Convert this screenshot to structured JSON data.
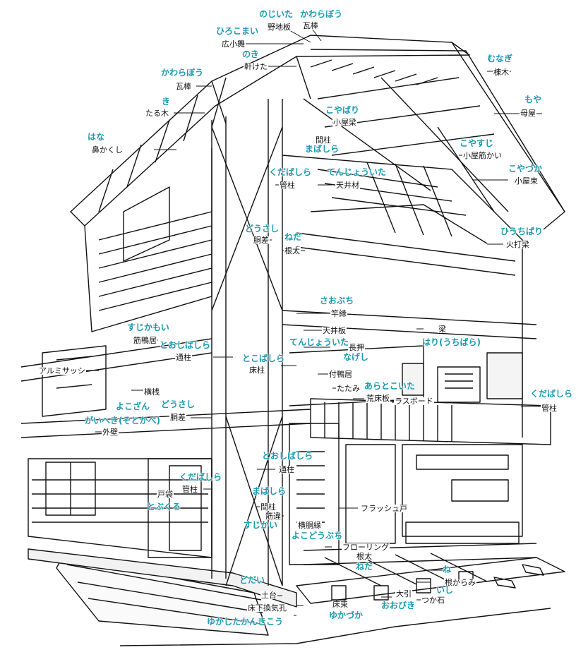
{
  "colors": {
    "line": "#111111",
    "reading": "#1a9ab0",
    "background": "#ffffff"
  },
  "labels": [
    {
      "id": "nojiita",
      "kanji": "野地板",
      "reading": "のじいた"
    },
    {
      "id": "kawarabou-top",
      "kanji": "瓦棒",
      "reading": "かわらぼう"
    },
    {
      "id": "hirokomai",
      "kanji": "広小舞",
      "reading": "ひろこまい"
    },
    {
      "id": "noki",
      "kanji": "軒けた",
      "reading": "のき"
    },
    {
      "id": "kawarabou-left",
      "kanji": "瓦棒",
      "reading": "かわらぼう"
    },
    {
      "id": "taruki",
      "kanji": "たる木",
      "reading": "き"
    },
    {
      "id": "hanakakushi",
      "kanji": "鼻かくし",
      "reading": "はな"
    },
    {
      "id": "munagi",
      "kanji": "棟木",
      "reading": "むなぎ"
    },
    {
      "id": "moya",
      "kanji": "母屋",
      "reading": "もや"
    },
    {
      "id": "koyabari",
      "kanji": "小屋梁",
      "reading": "こやばり"
    },
    {
      "id": "koyasuji",
      "kanji": "小屋筋かい",
      "reading": "こやすじ"
    },
    {
      "id": "mabashira-upper",
      "kanji": "間柱",
      "reading": "まばしら"
    },
    {
      "id": "koyazuka",
      "kanji": "小屋束",
      "reading": "こやづか"
    },
    {
      "id": "kudabashira-upper",
      "kanji": "管柱",
      "reading": "くだばしら"
    },
    {
      "id": "tenjouita-upper",
      "kanji": "天井材",
      "reading": "てんじょういた"
    },
    {
      "id": "hiuchibari",
      "kanji": "火打梁",
      "reading": "ひうちばり"
    },
    {
      "id": "dousashi-upper",
      "kanji": "胴差",
      "reading": "どうさし"
    },
    {
      "id": "neda-upper",
      "kanji": "根太",
      "reading": "ねだ"
    },
    {
      "id": "saobuchi",
      "kanji": "竿縁",
      "reading": "さおぶち"
    },
    {
      "id": "sujikai-upper",
      "kanji": "筋鴨居",
      "reading": "すじかもい"
    },
    {
      "id": "tenjouita-lower",
      "kanji": "天井板",
      "reading": "てんじょういた"
    },
    {
      "id": "nageshi",
      "kanji": "長押",
      "reading": "なげし"
    },
    {
      "id": "hari",
      "kanji": "梁",
      "reading": "はり(うちばら)"
    },
    {
      "id": "tooshibashira-upper",
      "kanji": "通柱",
      "reading": "とおしばしら"
    },
    {
      "id": "tokobashira",
      "kanji": "床柱",
      "reading": "とこばしら"
    },
    {
      "id": "aluminum-sash",
      "kanji": "アルミサッシ",
      "reading": ""
    },
    {
      "id": "tsukekamoi",
      "kanji": "付鴨居",
      "reading": ""
    },
    {
      "id": "tatami",
      "kanji": "たたみ",
      "reading": ""
    },
    {
      "id": "aratokoita",
      "kanji": "荒床板",
      "reading": "あらとこいた"
    },
    {
      "id": "lath-board",
      "kanji": "ラスボード",
      "reading": ""
    },
    {
      "id": "kudabashira-right",
      "kanji": "管柱",
      "reading": "くだばしら"
    },
    {
      "id": "yokozan",
      "kanji": "横桟",
      "reading": "よこざん"
    },
    {
      "id": "dousashi-lower",
      "kanji": "胴差",
      "reading": "どうさし"
    },
    {
      "id": "gaiheki",
      "kanji": "外壁",
      "reading": "がいへき(そとかべ)"
    },
    {
      "id": "tooshibashira-lower",
      "kanji": "通柱",
      "reading": "とおしばしら"
    },
    {
      "id": "tobukuro",
      "kanji": "戸袋",
      "reading": "とぶくろ"
    },
    {
      "id": "kudabashira-lower",
      "kanji": "管柱",
      "reading": "くだばしら"
    },
    {
      "id": "mabashira-lower",
      "kanji": "間柱",
      "reading": "まばしら"
    },
    {
      "id": "sujikai-lower",
      "kanji": "筋違",
      "reading": "すじかい"
    },
    {
      "id": "yokodoubuchi",
      "kanji": "横胴縁",
      "reading": "よこどうぶち"
    },
    {
      "id": "flush-door",
      "kanji": "フラッシュ戸",
      "reading": ""
    },
    {
      "id": "flooring",
      "kanji": "フローリング",
      "reading": ""
    },
    {
      "id": "neda-lower",
      "kanji": "根太",
      "reading": "ねだ"
    },
    {
      "id": "ne",
      "kanji": "ね",
      "reading": ""
    },
    {
      "id": "negarami",
      "kanji": "根がらみ",
      "reading": ""
    },
    {
      "id": "dodai",
      "kanji": "土台",
      "reading": "どだい"
    },
    {
      "id": "oobiki",
      "kanji": "大引",
      "reading": "おおびき"
    },
    {
      "id": "tsukaishi",
      "kanji": "つか石",
      "reading": "いし"
    },
    {
      "id": "yukazuka",
      "kanji": "床束",
      "reading": "ゆかづか"
    },
    {
      "id": "yukashita-kankikou",
      "kanji": "床下換気孔",
      "reading": "ゆかしたかんきこう"
    }
  ]
}
